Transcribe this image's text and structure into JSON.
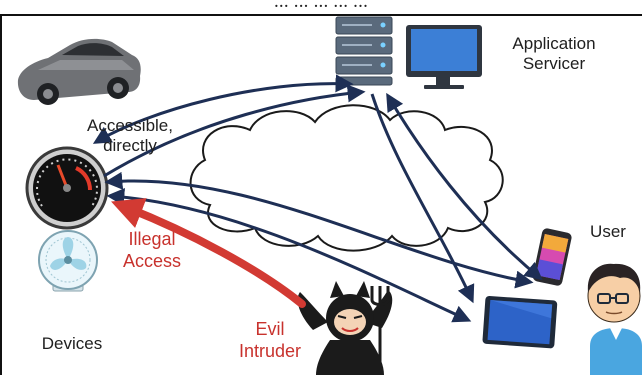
{
  "top_caption": "... ... ... ... ...",
  "labels": {
    "application": [
      "Application",
      "Servicer"
    ],
    "accessible": [
      "Accessible,",
      "directly"
    ],
    "illegal": [
      "Illegal",
      "Access"
    ],
    "devices": "Devices",
    "evil": [
      "Evil",
      "Intruder"
    ],
    "user": "User"
  },
  "colors": {
    "arrow_blue": "#1e2f55",
    "arrow_red": "#d23a33",
    "cloud_stroke": "#1a1a1a",
    "label_red": "#c8322d"
  },
  "icons": [
    "car-icon",
    "gauge-icon",
    "fan-icon",
    "server-icon",
    "monitor-icon",
    "cloud-icon",
    "smartphone-icon",
    "tablet-icon",
    "user-avatar-icon",
    "devil-intruder-icon"
  ]
}
